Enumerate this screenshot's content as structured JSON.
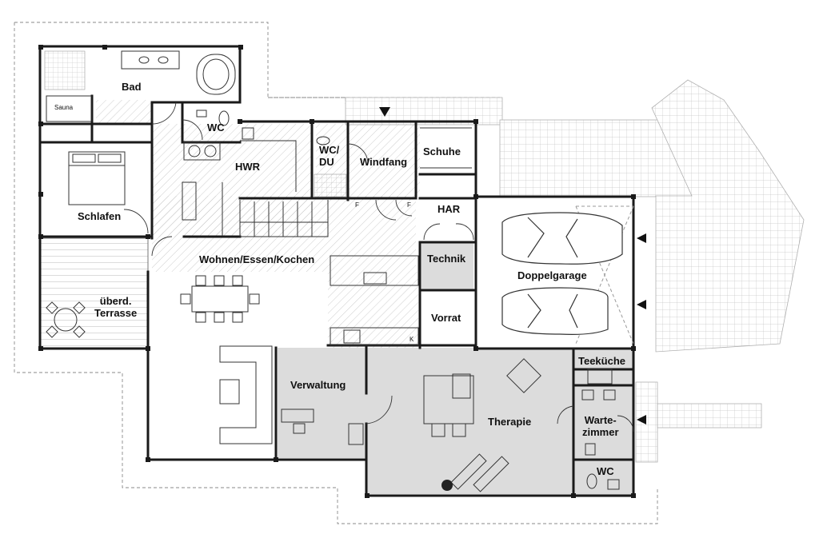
{
  "rooms": {
    "bad": "Bad",
    "sauna": "Sauna",
    "wc_top": "WC",
    "wc_du": "WC/\nDU",
    "schuhe": "Schuhe",
    "hwr": "HWR",
    "windfang": "Windfang",
    "har": "HAR",
    "schlafen": "Schlafen",
    "technik": "Technik",
    "wohnen": "Wohnen/Essen/Kochen",
    "doppelgarage": "Doppelgarage",
    "terrasse": "überd.\nTerrasse",
    "vorrat": "Vorrat",
    "teekueche": "Teeküche",
    "verwaltung": "Verwaltung",
    "therapie": "Therapie",
    "wartezimmer": "Warte-\nzimmer",
    "wc_bottom": "WC"
  },
  "door_marks": {
    "f1": "F",
    "f2": "F",
    "k": "K"
  },
  "colors": {
    "wall": "#1a1a1a",
    "shaded_room": "#d9d9d9",
    "hatch": "#b8b8b8",
    "paving": "#c4c4c4",
    "dashed": "#888888"
  }
}
